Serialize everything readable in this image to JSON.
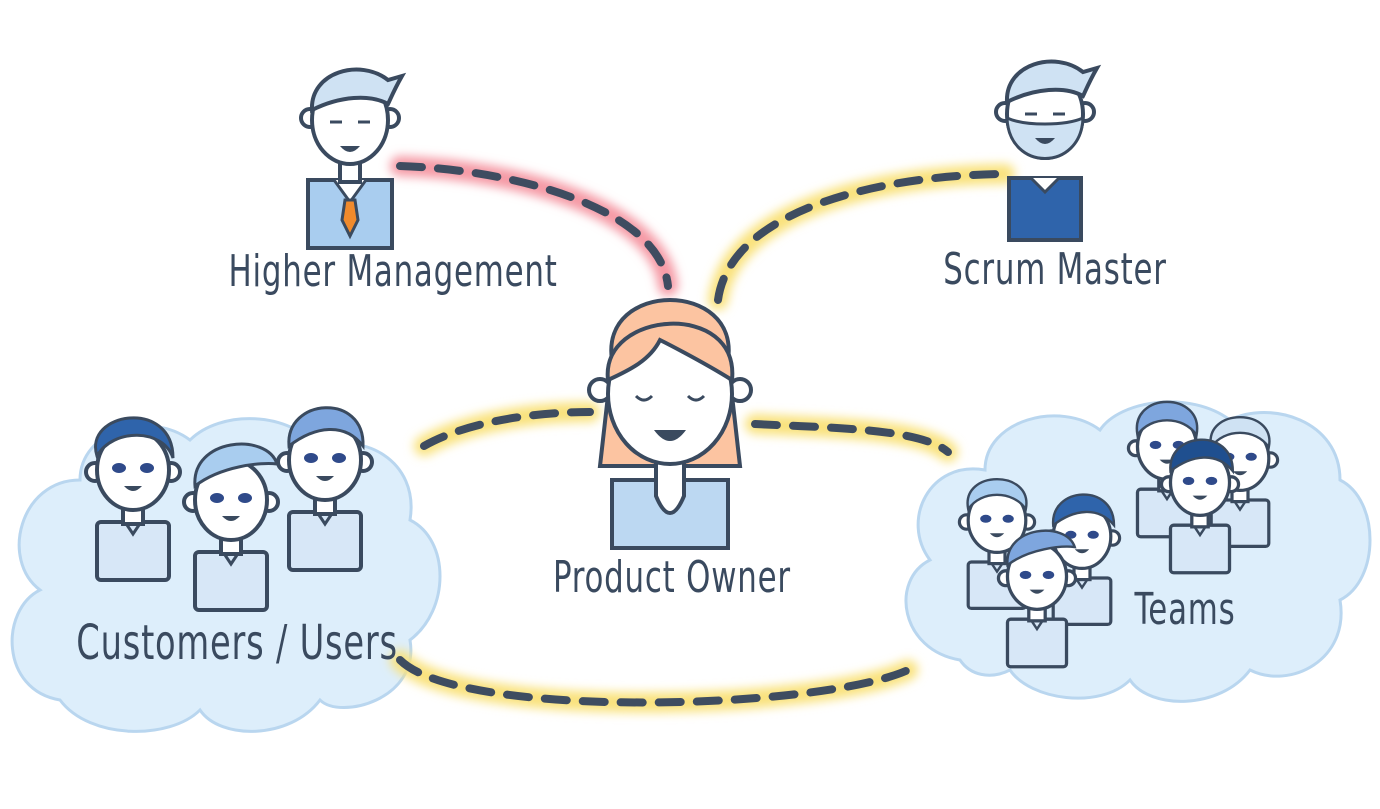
{
  "diagram": {
    "nodes": {
      "higher_management": "Higher Management",
      "scrum_master": "Scrum Master",
      "product_owner": "Product Owner",
      "customers_users": "Customers / Users",
      "teams": "Teams"
    }
  }
}
